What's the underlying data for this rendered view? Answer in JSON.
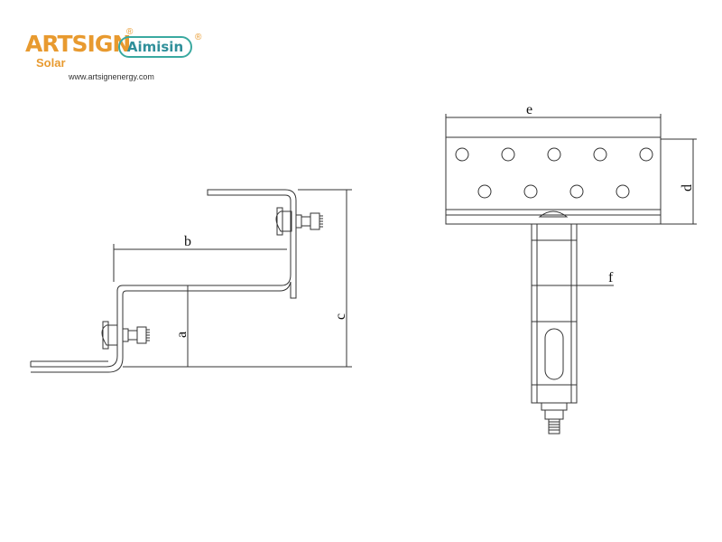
{
  "brand": {
    "artsign": "ARTSIGN",
    "solar": "Solar",
    "aimisin": "Aimisin",
    "registered_mark": "®",
    "url": "www.artsignenergy.com"
  },
  "dimensions": {
    "a": "a",
    "b": "b",
    "c": "c",
    "d": "d",
    "e": "e",
    "f": "f"
  },
  "colors": {
    "brand_orange": "#e89a2f",
    "brand_teal": "#3aa9a0",
    "line": "#333333"
  }
}
